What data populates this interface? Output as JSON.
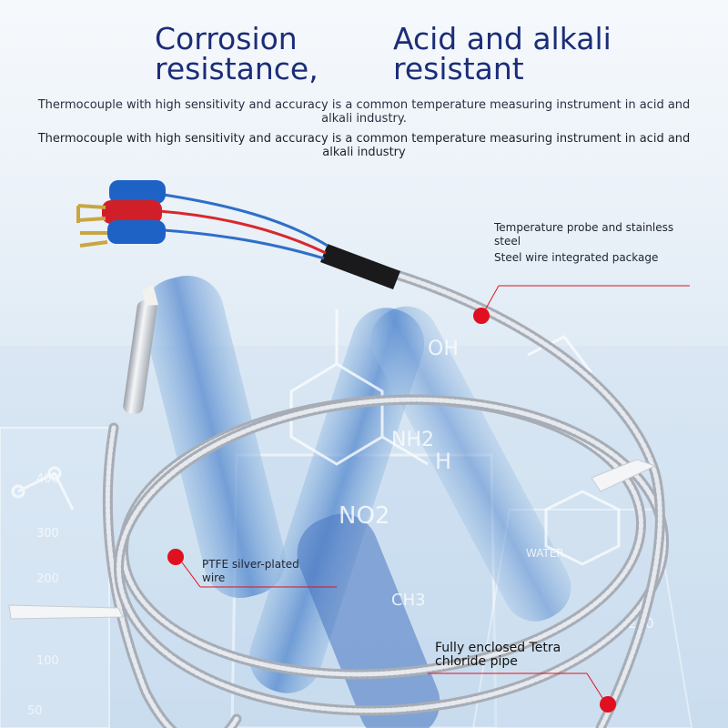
{
  "headline": {
    "left": [
      "Corrosion",
      "resistance,"
    ],
    "right": [
      "Acid and alkali",
      "resistant"
    ]
  },
  "subtitle_1": "Thermocouple with high sensitivity and accuracy is a common temperature measuring instrument in acid and alkali industry.",
  "subtitle_2": "Thermocouple with high sensitivity and accuracy is a common temperature measuring instrument in acid and alkali industry",
  "callouts": {
    "probe_steel": [
      "Temperature probe and stainless",
      "steel"
    ],
    "steel_wire": "Steel wire integrated package",
    "ptfe_wire": [
      "PTFE silver-plated",
      "wire"
    ],
    "tetra_pipe": [
      "Fully enclosed Tetra",
      "chloride pipe"
    ]
  },
  "background_marks": {
    "beaker_left": [
      "400",
      "300",
      "200",
      "100",
      "50"
    ],
    "beaker_right": [
      "WATER",
      "250"
    ],
    "chem_labels": [
      "NO2",
      "NH2",
      "H",
      "CH3",
      "OH"
    ]
  },
  "colors": {
    "headline": "#1c2d78",
    "marker": "#e01020",
    "leader_line": "#e01020",
    "cable": "#c9ccd2",
    "wire_red": "#d8282c",
    "wire_blue": "#2f6fc8"
  }
}
